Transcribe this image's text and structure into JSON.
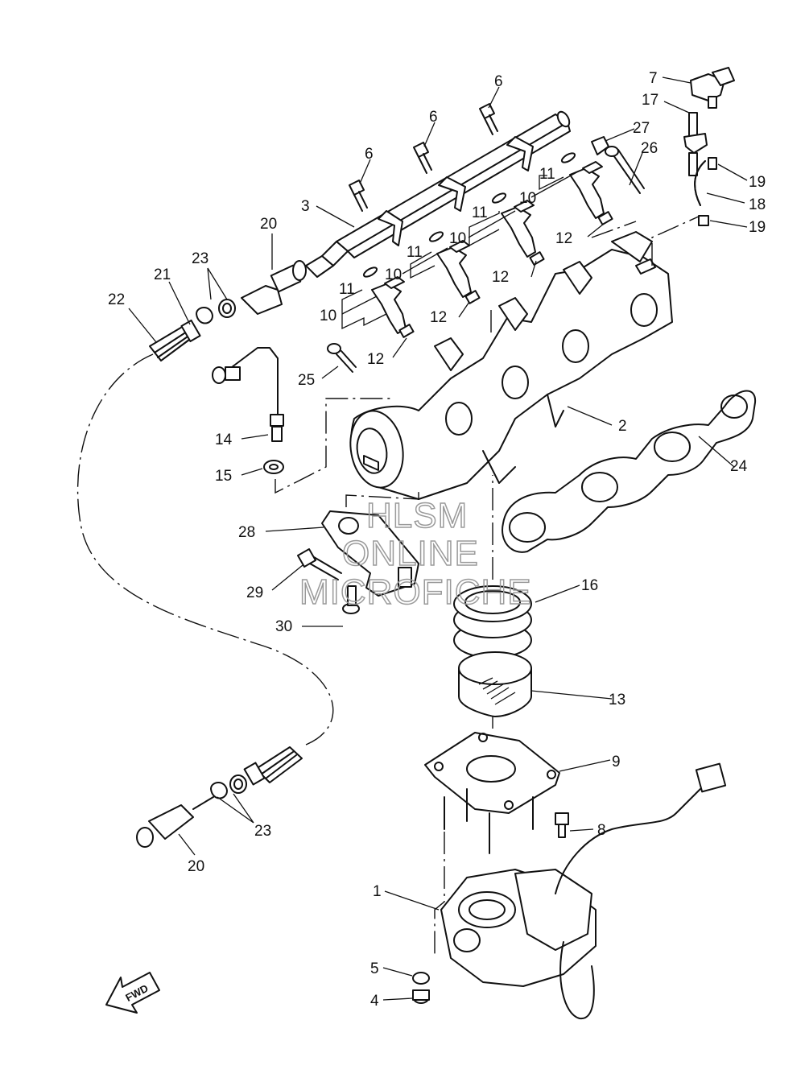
{
  "watermark": {
    "line1": "HLSM",
    "line2": "ONLINE",
    "line3": "MICROFICHE"
  },
  "direction_arrow": {
    "label": "FWD"
  },
  "callouts": [
    {
      "id": "c6a",
      "label": "6"
    },
    {
      "id": "c6b",
      "label": "6"
    },
    {
      "id": "c6c",
      "label": "6"
    },
    {
      "id": "c7",
      "label": "7"
    },
    {
      "id": "c17",
      "label": "17"
    },
    {
      "id": "c27",
      "label": "27"
    },
    {
      "id": "c26",
      "label": "26"
    },
    {
      "id": "c19a",
      "label": "19"
    },
    {
      "id": "c18",
      "label": "18"
    },
    {
      "id": "c19b",
      "label": "19"
    },
    {
      "id": "c3",
      "label": "3"
    },
    {
      "id": "c11a",
      "label": "11"
    },
    {
      "id": "c10a",
      "label": "10"
    },
    {
      "id": "c11b",
      "label": "11"
    },
    {
      "id": "c10b",
      "label": "10"
    },
    {
      "id": "c11c",
      "label": "11"
    },
    {
      "id": "c10c",
      "label": "10"
    },
    {
      "id": "c11d",
      "label": "11"
    },
    {
      "id": "c10d",
      "label": "10"
    },
    {
      "id": "c12a",
      "label": "12"
    },
    {
      "id": "c12b",
      "label": "12"
    },
    {
      "id": "c12c",
      "label": "12"
    },
    {
      "id": "c12d",
      "label": "12"
    },
    {
      "id": "c20a",
      "label": "20"
    },
    {
      "id": "c23a",
      "label": "23"
    },
    {
      "id": "c21",
      "label": "21"
    },
    {
      "id": "c22",
      "label": "22"
    },
    {
      "id": "c25",
      "label": "25"
    },
    {
      "id": "c2",
      "label": "2"
    },
    {
      "id": "c14",
      "label": "14"
    },
    {
      "id": "c15",
      "label": "15"
    },
    {
      "id": "c24",
      "label": "24"
    },
    {
      "id": "c28",
      "label": "28"
    },
    {
      "id": "c29",
      "label": "29"
    },
    {
      "id": "c16",
      "label": "16"
    },
    {
      "id": "c30",
      "label": "30"
    },
    {
      "id": "c13",
      "label": "13"
    },
    {
      "id": "c9",
      "label": "9"
    },
    {
      "id": "c8",
      "label": "8"
    },
    {
      "id": "c23b",
      "label": "23"
    },
    {
      "id": "c20b",
      "label": "20"
    },
    {
      "id": "c1",
      "label": "1"
    },
    {
      "id": "c5",
      "label": "5"
    },
    {
      "id": "c4",
      "label": "4"
    }
  ]
}
